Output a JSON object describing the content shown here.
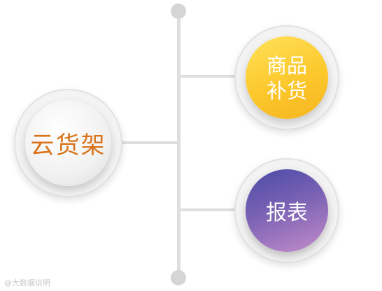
{
  "diagram": {
    "center_node": {
      "label": "云货架",
      "color": "#d9741b"
    },
    "branches": [
      {
        "label_lines": [
          "商品",
          "补货"
        ],
        "color": "#fcc82c"
      },
      {
        "label_lines": [
          "报表"
        ],
        "color": "#6a56b0"
      }
    ]
  },
  "watermark": {
    "text": "@大数据说明"
  }
}
